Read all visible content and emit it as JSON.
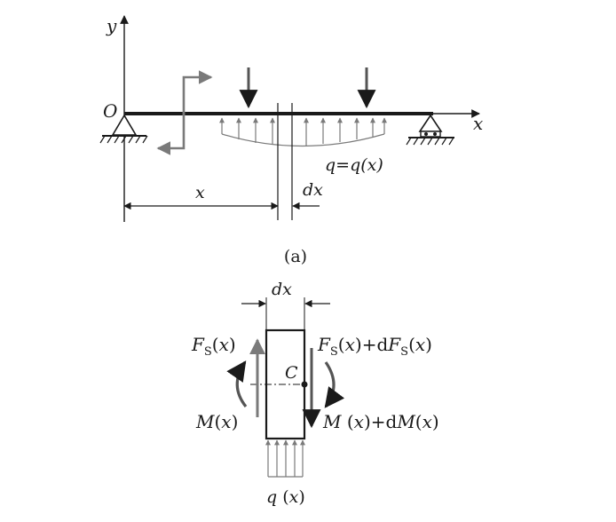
{
  "figure_a": {
    "axis_x": "x",
    "axis_y": "y",
    "origin": "O",
    "load_label": "q=q(x)",
    "dim_x": "x",
    "dim_dx": "dx",
    "caption": "(a)"
  },
  "figure_b": {
    "dim_dx": "dx",
    "center": "C",
    "shear_left": "FS(x)",
    "shear_right": "FS(x)+dFS(x)",
    "moment_left": "M(x)",
    "moment_right": "M(x)+dM(x)",
    "load": "q(x)"
  },
  "colors": {
    "ink": "#1a1a1a",
    "gray": "#7a7a7a",
    "background": "#ffffff"
  }
}
